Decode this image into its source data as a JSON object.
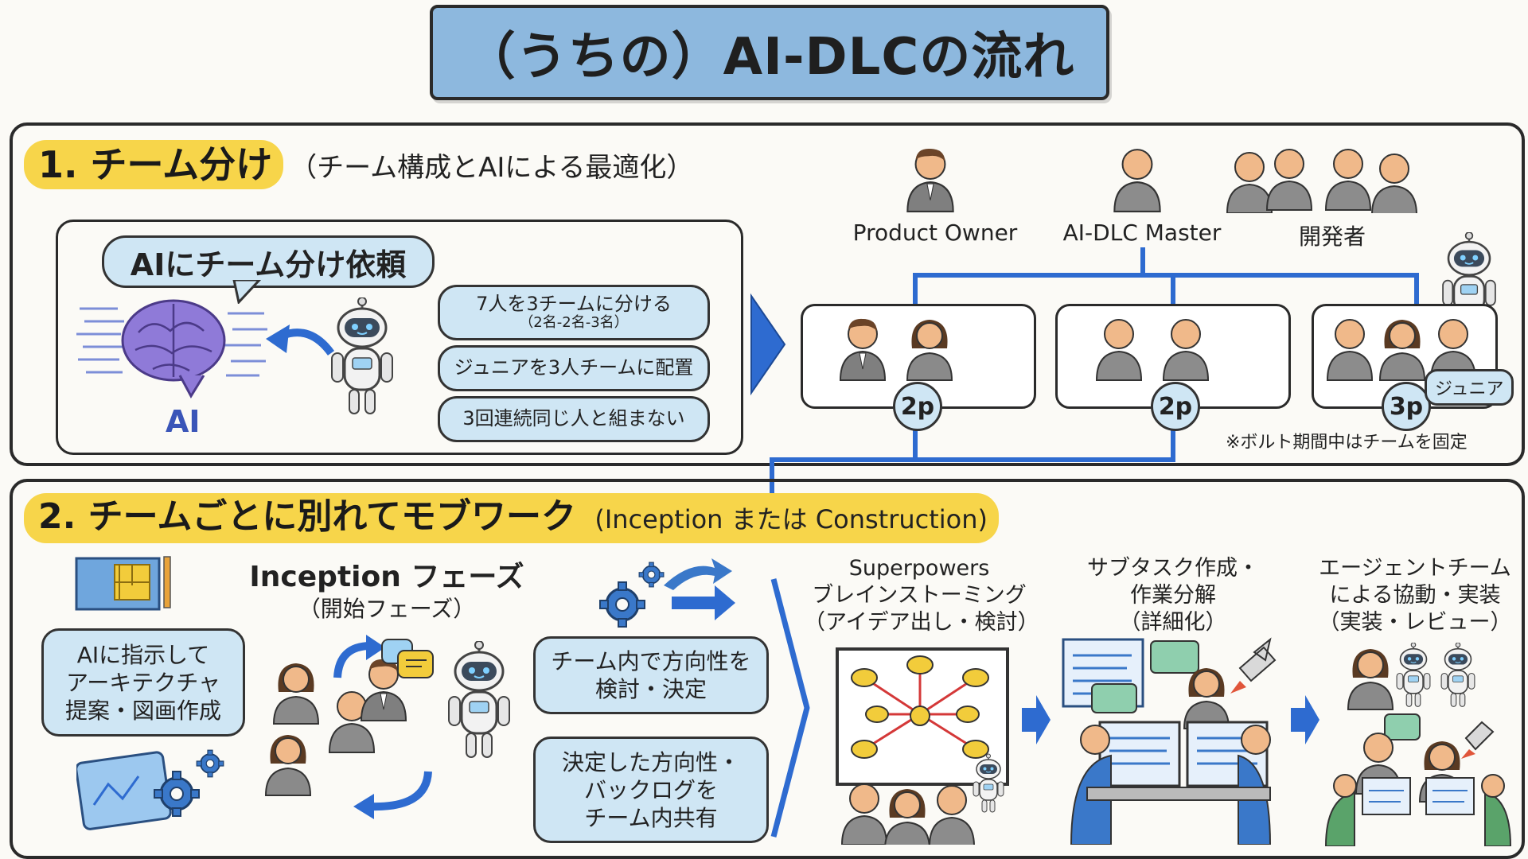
{
  "title": "（うちの）AI-DLCの流れ",
  "section1": {
    "heading": "1. チーム分け",
    "subheading": "（チーム構成とAIによる最適化）",
    "request_bubble": "AIにチーム分け依頼",
    "ai_label": "AI",
    "rules": [
      {
        "main": "7人を3チームに分ける",
        "sub": "（2名-2名-3名）"
      },
      {
        "main": "ジュニアを3人チームに配置",
        "sub": ""
      },
      {
        "main": "3回連続同じ人と組まない",
        "sub": ""
      }
    ],
    "roles": [
      "Product Owner",
      "AI-DLC Master",
      "開発者"
    ],
    "teams": [
      {
        "badge": "2p"
      },
      {
        "badge": "2p"
      },
      {
        "badge": "3p",
        "tag": "ジュニア"
      }
    ],
    "note": "※ボルト期間中はチームを固定"
  },
  "section2": {
    "heading": "2. チームごとに別れてモブワーク",
    "subheading": "(Inception または Construction)",
    "phase_title": "Inception フェーズ",
    "phase_sub": "（開始フェーズ）",
    "left_box": "AIに指示して\nアーキテクチャ\n提案・図画作成",
    "mid_boxes": [
      "チーム内で方向性を\n検討・決定",
      "決定した方向性・\nバックログを\nチーム内共有"
    ],
    "stages": [
      "Superpowers\nブレインストーミング\n（アイデア出し・検討）",
      "サブタスク作成・\n作業分解\n（詳細化）",
      "エージェントチーム\nによる協動・実装\n（実装・レビュー）"
    ]
  },
  "colors": {
    "accent_blue": "#8db8de",
    "light_blue": "#cfe6f4",
    "highlight": "#f7d54a",
    "line_blue": "#2e6bd0"
  }
}
